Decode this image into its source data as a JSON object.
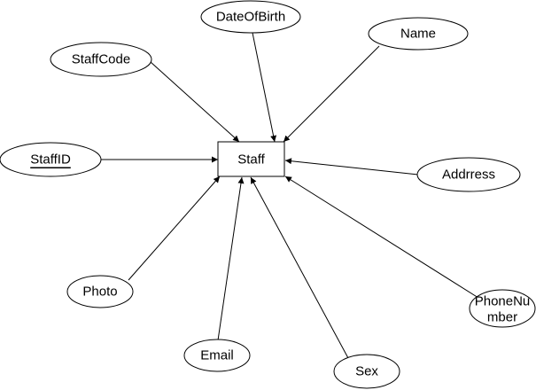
{
  "entity": {
    "name": "Staff"
  },
  "attributes": [
    {
      "id": "dateofbirth",
      "label": "DateOfBirth",
      "key": false
    },
    {
      "id": "name",
      "label": "Name",
      "key": false
    },
    {
      "id": "staffcode",
      "label": "StaffCode",
      "key": false
    },
    {
      "id": "staffid",
      "label": "StaffID",
      "key": true
    },
    {
      "id": "addrress",
      "label": "Addrress",
      "key": false
    },
    {
      "id": "photo",
      "label": "Photo",
      "key": false
    },
    {
      "id": "phonenumber",
      "label": "PhoneNumber",
      "lines": [
        "PhoneNu",
        "mber"
      ],
      "key": false
    },
    {
      "id": "email",
      "label": "Email",
      "key": false
    },
    {
      "id": "sex",
      "label": "Sex",
      "key": false
    }
  ]
}
